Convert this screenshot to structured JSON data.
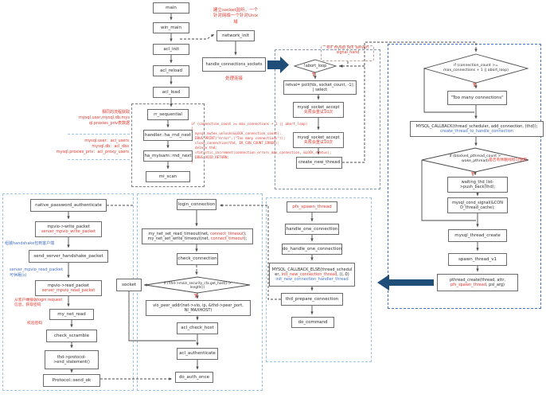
{
  "colors": {
    "red_accent": "#e03a30",
    "blue_accent": "#4472c4",
    "navy_arrow": "#1f4e79",
    "box_border": "#6b6b6b",
    "dash_gray": "#7f7f7f",
    "dash_blue": "#4472c4",
    "dash_lightblue": "#9dc3e6"
  },
  "main_chain": {
    "n1": "main",
    "n2": "win_main",
    "n3": "acl_init",
    "n4": "acl_reload",
    "n5": "acl_load"
  },
  "acl_box": {
    "n1": "rr_sequential",
    "n2": "handler::ha_rnd_next",
    "n3": "ha_myisam::rnd_next",
    "n4": "mi_scan",
    "note_same_flow": "相同的流程获取\nmysql.user,mysql.db,mys\nql.proxies_priv表数据",
    "note_tables": "mysql.user：acl_users\nmysql.db：acl_dbs\nmysql.proxies_priv：acl_proxy_users"
  },
  "network": {
    "init": "network_init",
    "socket_note": "建立socket监听，一个\n针对网络一个针对Unix\n域",
    "handle": "handle_connections_sockets",
    "handle_note": "处理连接"
  },
  "accept_loop": {
    "kill_note": "kill_mysql (kill_server)\nsignal_hand",
    "abort": "!abort_loop",
    "t": "T",
    "poll": "retval= poll(fds, socket_count, -1);\n| select",
    "accept": "mysql_socket_accept",
    "retry_note": "失败会重试10次",
    "create": "create_new_thread",
    "code": "if (connection_count >= max_connections + 1 || abort_loop)\n{\n  mysql_mutex_unlock(&LOCK_connection_count);\n  DBUG_PRINT(\"error\",(\"Too many connections\"));\n  close_connection(thd, ER_CON_COUNT_ERROR);\n  delete thd;\n  statistic_increment(connection_errors_max_connection, &LOCK_status);\n  DBUG_VOID_RETURN;\n}"
  },
  "scheduler": {
    "d1": "if (connection_count >=\nmax_connections + 1 || abort_loop)",
    "t": "T",
    "too_many": "\"Too many connections\"",
    "cb1": "MYSQL_CALLBACK(thread_scheduler, add_connection, (thd));",
    "cb2": "create_thread_to_handle_connection",
    "d2": "if (blocked_pthread_count >\nwake_pthread)",
    "d2_note": "是否有休眠线程可使用",
    "waiting": "waiting_thd_list-\n>push_back(thd);",
    "signal": "mysql_cond_signal(&CON\nD_thread_cache);",
    "create": "mysql_thread_create",
    "spawn": "spawn_thread_v1",
    "pt1": "pthread_create(thread, attr,",
    "pt2r": "pfs_spawn_thread",
    "pt2b": ", psi_arg)"
  },
  "worker": {
    "pfs": "pfs_spawn_thread",
    "h1": "handle_one_connection",
    "h2": "do_handle_one_connection",
    "cb1": "MYSQL_CALLBACK_ELSE(thread_schedul",
    "cb2a": "er, ",
    "cb2b": "init_new_connection_thread",
    "cb2c": ", (), 0)",
    "cb3": "init_new_connection_handler_thread",
    "prep": "thd_prepare_connection",
    "cmd": "do_command"
  },
  "login": {
    "login": "login_connection",
    "t1a": "my_net_set_read_timeout(net, ",
    "t1b": "connect_timeout",
    "t1c": ");",
    "t2a": "my_net_set_write_timeout(net, ",
    "t2b": "connect_timeout",
    "t2c": ");",
    "check": "check_connection",
    "socket": "socket",
    "d": "if (!thd->main_security_ctx.get_host()->\nlength())",
    "t": "T",
    "vio": "vio_peer_addr(net->vio, ip, &thd->peer_port,\nNI_MAXHOST)",
    "host": "acl_check_host",
    "auth": "acl_authenticate",
    "once": "do_auth_once"
  },
  "auth": {
    "native": "native_password_authenticate",
    "w1": "mpvio->write_packet",
    "w2": "server_mpvio_write_packet",
    "note_hs": "组装handshake包到客户端",
    "send": "send_server_handshake_packet",
    "note_read": "server_mpvio_read_packet\n可休眠(s)",
    "r1": "mpvio->read_packet",
    "r2": "server_mpvio_read_packet",
    "note_login": "从客户端接收login request\n信息，获取密码",
    "net_read": "my_net_read",
    "note_check": "校验密码",
    "scramble": "check_scramble",
    "end": "thd->protocol-\n>end_statement()",
    "ok": "Protocol::send_ok"
  }
}
